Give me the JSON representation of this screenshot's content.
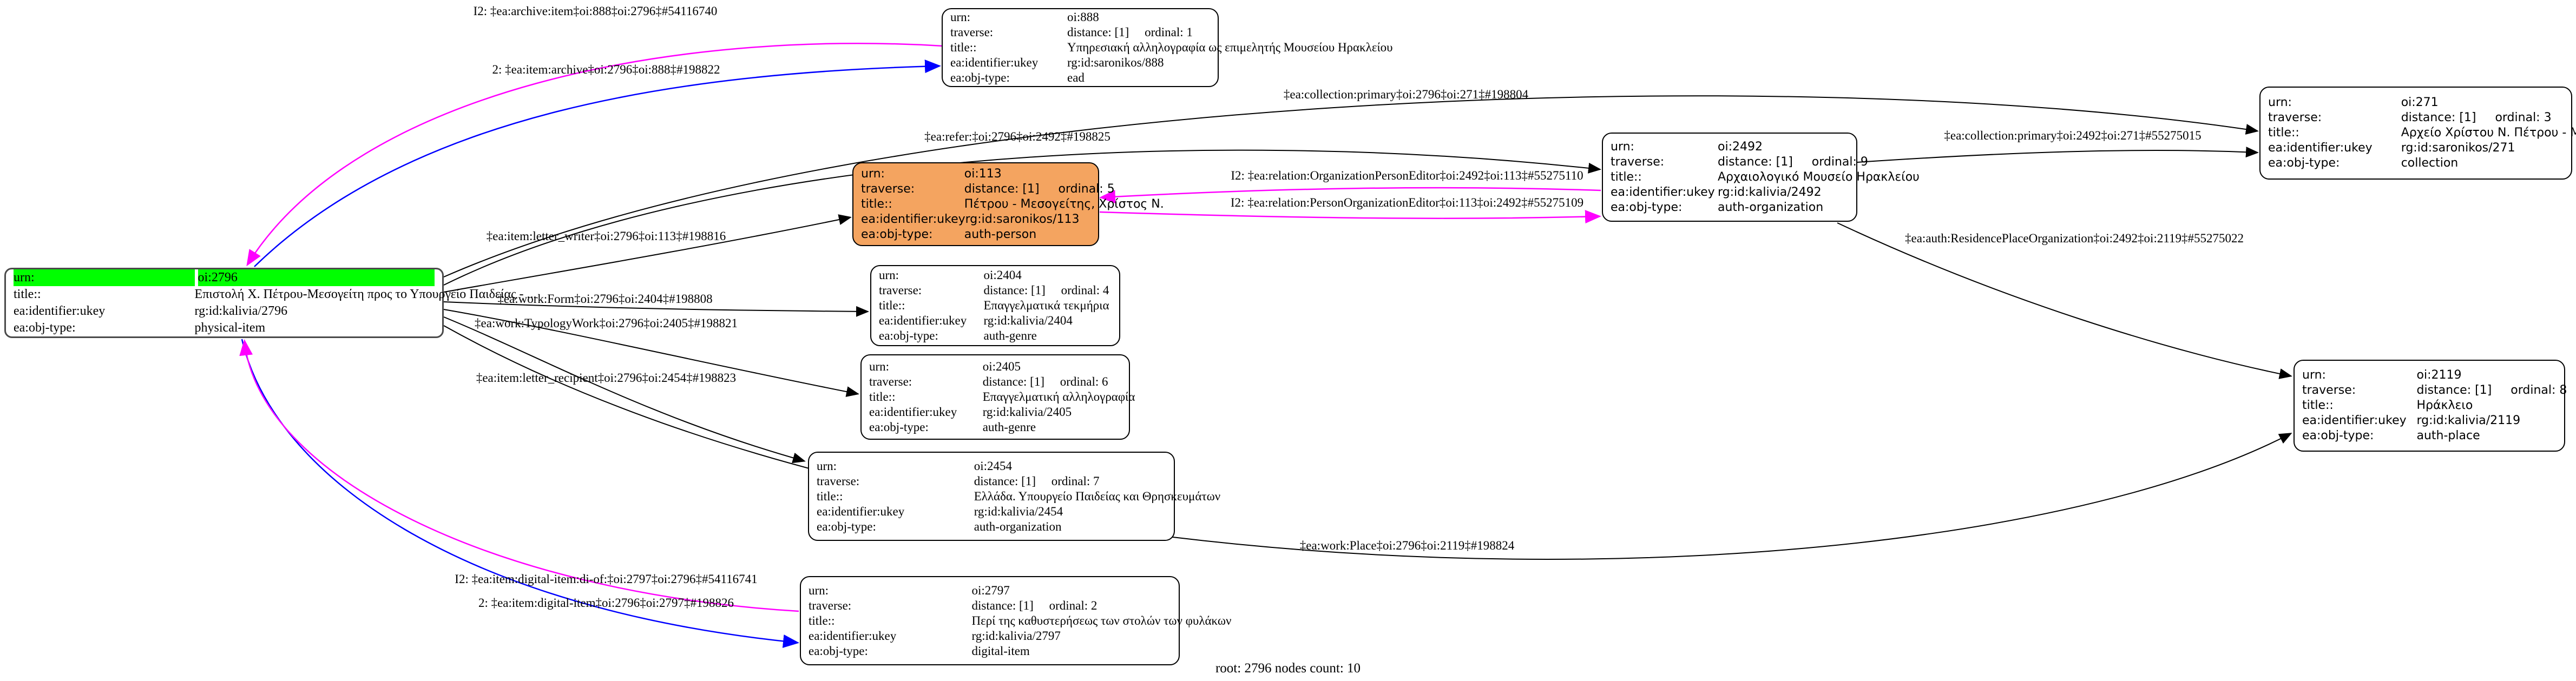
{
  "keys": {
    "urn": "urn:",
    "traverse": "traverse:",
    "title": "title::",
    "ukey": "ea:identifier:ukey",
    "objtype": "ea:obj-type:"
  },
  "colors": {
    "edge_black": "#000000",
    "edge_magenta": "#ff00ff",
    "edge_blue": "#0000ff",
    "root_highlight": "#00ff00",
    "person_fill": "#f4a460",
    "node_border": "#000000"
  },
  "nodes": {
    "n888": {
      "urn": "oi:888",
      "traverse": "distance: [1]     ordinal: 1",
      "title": "Υπηρεσιακή αλληλογραφία ως επιμελητής Μουσείου Ηρακλείου",
      "ukey": "rg:id:saronikos/888",
      "objtype": "ead"
    },
    "n271": {
      "urn": "oi:271",
      "traverse": "distance: [1]     ordinal: 3",
      "title": "Αρχείο Χρίστου Ν. Πέτρου - Μεσογείτη",
      "ukey": "rg:id:saronikos/271",
      "objtype": "collection"
    },
    "n2492": {
      "urn": "oi:2492",
      "traverse": "distance: [1]     ordinal: 9",
      "title": "Αρχαιολογικό Μουσείο Ηρακλείου",
      "ukey": "rg:id:kalivia/2492",
      "objtype": "auth-organization"
    },
    "n113": {
      "urn": "oi:113",
      "traverse": "distance: [1]     ordinal: 5",
      "title": "Πέτρου - Μεσογείτης, Χρίστος Ν.",
      "ukey": "rg:id:saronikos/113",
      "objtype": "auth-person"
    },
    "n2796": {
      "urn": "oi:2796",
      "title": "Επιστολή Χ. Πέτρου-Μεσογείτη προς το Υπουργείο Παιδείας - ...",
      "ukey": "rg:id:kalivia/2796",
      "objtype": "physical-item"
    },
    "n2404": {
      "urn": "oi:2404",
      "traverse": "distance: [1]     ordinal: 4",
      "title": "Επαγγελματικά τεκμήρια",
      "ukey": "rg:id:kalivia/2404",
      "objtype": "auth-genre"
    },
    "n2405": {
      "urn": "oi:2405",
      "traverse": "distance: [1]     ordinal: 6",
      "title": "Επαγγελματική αλληλογραφία",
      "ukey": "rg:id:kalivia/2405",
      "objtype": "auth-genre"
    },
    "n2454": {
      "urn": "oi:2454",
      "traverse": "distance: [1]     ordinal: 7",
      "title": "Ελλάδα. Υπουργείο Παιδείας και Θρησκευμάτων",
      "ukey": "rg:id:kalivia/2454",
      "objtype": "auth-organization"
    },
    "n2797": {
      "urn": "oi:2797",
      "traverse": "distance: [1]     ordinal: 2",
      "title": "Περί της καθυστερήσεως των στολών των φυλάκων",
      "ukey": "rg:id:kalivia/2797",
      "objtype": "digital-item"
    },
    "n2119": {
      "urn": "oi:2119",
      "traverse": "distance: [1]     ordinal: 8",
      "title": "Ηράκλειο",
      "ukey": "rg:id:kalivia/2119",
      "objtype": "auth-place"
    }
  },
  "edges": [
    {
      "label": "I2: ‡ea:archive:item‡oi:888‡oi:2796‡#54116740",
      "color": "#ff00ff"
    },
    {
      "label": "2: ‡ea:item:archive‡oi:2796‡oi:888‡#198822",
      "color": "#0000ff"
    },
    {
      "label": "‡ea:collection:primary‡oi:2796‡oi:271‡#198804",
      "color": "#000000"
    },
    {
      "label": "‡ea:refer:‡oi:2796‡oi:2492‡#198825",
      "color": "#000000"
    },
    {
      "label": "I2: ‡ea:relation:OrganizationPersonEditor‡oi:2492‡oi:113‡#55275110",
      "color": "#ff00ff"
    },
    {
      "label": "I2: ‡ea:relation:PersonOrganizationEditor‡oi:113‡oi:2492‡#55275109",
      "color": "#ff00ff"
    },
    {
      "label": "‡ea:collection:primary‡oi:2492‡oi:271‡#55275015",
      "color": "#000000"
    },
    {
      "label": "‡ea:item:letter_writer‡oi:2796‡oi:113‡#198816",
      "color": "#000000"
    },
    {
      "label": "‡ea:auth:ResidencePlaceOrganization‡oi:2492‡oi:2119‡#55275022",
      "color": "#000000"
    },
    {
      "label": "‡ea:work:Form‡oi:2796‡oi:2404‡#198808",
      "color": "#000000"
    },
    {
      "label": "‡ea:work:TypologyWork‡oi:2796‡oi:2405‡#198821",
      "color": "#000000"
    },
    {
      "label": "‡ea:item:letter_recipient‡oi:2796‡oi:2454‡#198823",
      "color": "#000000"
    },
    {
      "label": "‡ea:work:Place‡oi:2796‡oi:2119‡#198824",
      "color": "#000000"
    },
    {
      "label": "I2: ‡ea:item:digital-item:di-of:‡oi:2797‡oi:2796‡#54116741",
      "color": "#ff00ff"
    },
    {
      "label": "2: ‡ea:item:digital-item‡oi:2796‡oi:2797‡#198826",
      "color": "#0000ff"
    }
  ],
  "footer": {
    "root_label": "root: 2796 nodes count: 10"
  }
}
